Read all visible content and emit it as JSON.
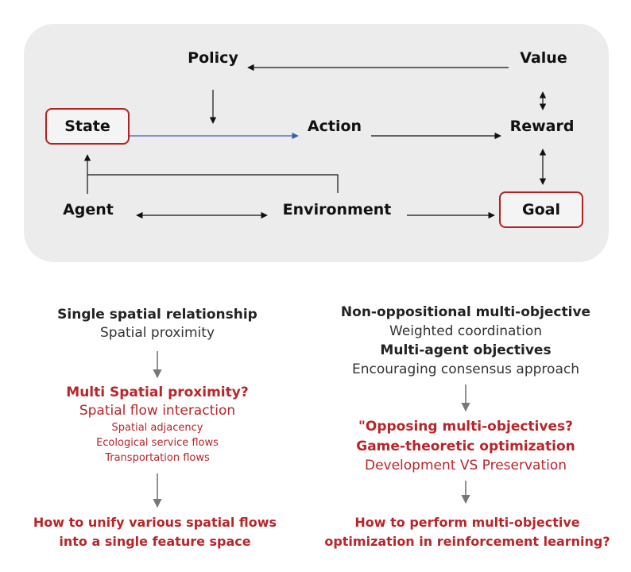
{
  "flow": {
    "policy": "Policy",
    "value": "Value",
    "state": "State",
    "action": "Action",
    "reward": "Reward",
    "agent": "Agent",
    "environment": "Environment",
    "goal": "Goal"
  },
  "left": {
    "l1": "Single spatial relationship",
    "l2": "Spatial proximity",
    "l3": "Multi Spatial proximity?",
    "l4": "Spatial flow interaction",
    "l5": "Spatial adjacency",
    "l6": "Ecological service flows",
    "l7": "Transportation flows",
    "l8": "How to unify various spatial flows",
    "l9": "into a single feature space"
  },
  "right": {
    "r1": "Non-oppositional multi-objective",
    "r2": "Weighted coordination",
    "r3": "Multi-agent objectives",
    "r4": "Encouraging consensus approach",
    "r5": "\"Opposing multi-objectives?",
    "r6": "Game-theoretic optimization",
    "r7": "Development VS Preservation",
    "r8": "How to perform multi-objective",
    "r9": "optimization in reinforcement learning?"
  },
  "colors": {
    "accent_red": "#b22222",
    "panel_bg": "#ececec",
    "state_action_arrow": "#3a5fb0"
  }
}
